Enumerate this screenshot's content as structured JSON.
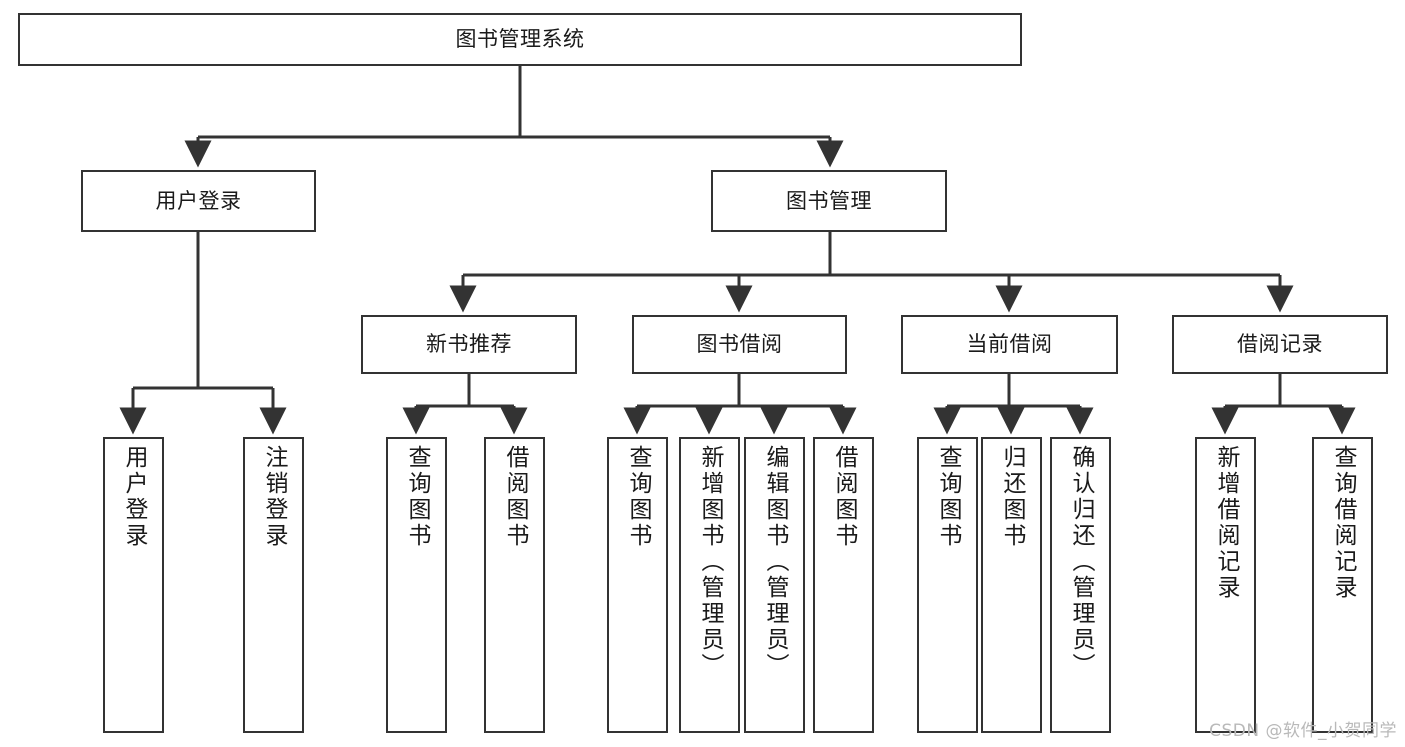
{
  "diagram": {
    "type": "tree",
    "orientation": "top-down",
    "root": {
      "id": "root",
      "label": "图书管理系统"
    },
    "colors": {
      "stroke": "#333333",
      "fill": "#ffffff",
      "text": "#1a1a1a",
      "watermark": "#b9b9b9"
    },
    "level2": [
      {
        "id": "user-login",
        "label": "用户登录"
      },
      {
        "id": "book-manage",
        "label": "图书管理"
      }
    ],
    "level3": [
      {
        "id": "new-book-rec",
        "label": "新书推荐"
      },
      {
        "id": "book-borrow",
        "label": "图书借阅"
      },
      {
        "id": "current-borrow",
        "label": "当前借阅"
      },
      {
        "id": "borrow-record",
        "label": "借阅记录"
      }
    ],
    "leaves": [
      {
        "id": "leaf-user-login",
        "label": "用户登录",
        "parent": "user-login"
      },
      {
        "id": "leaf-user-logout",
        "label": "注销登录",
        "parent": "user-login"
      },
      {
        "id": "leaf-query-book-1",
        "label": "查询图书",
        "parent": "new-book-rec"
      },
      {
        "id": "leaf-borrow-book-1",
        "label": "借阅图书",
        "parent": "new-book-rec"
      },
      {
        "id": "leaf-query-book-2",
        "label": "查询图书",
        "parent": "book-borrow"
      },
      {
        "id": "leaf-add-book",
        "label": "新增图书（管理员）",
        "parent": "book-borrow"
      },
      {
        "id": "leaf-edit-book",
        "label": "编辑图书（管理员）",
        "parent": "book-borrow"
      },
      {
        "id": "leaf-borrow-book-2",
        "label": "借阅图书",
        "parent": "book-borrow"
      },
      {
        "id": "leaf-query-book-3",
        "label": "查询图书",
        "parent": "current-borrow"
      },
      {
        "id": "leaf-return-book",
        "label": "归还图书",
        "parent": "current-borrow"
      },
      {
        "id": "leaf-confirm-return",
        "label": "确认归还（管理员）",
        "parent": "current-borrow"
      },
      {
        "id": "leaf-add-record",
        "label": "新增借阅记录",
        "parent": "borrow-record"
      },
      {
        "id": "leaf-query-record",
        "label": "查询借阅记录",
        "parent": "borrow-record"
      }
    ]
  },
  "watermark": {
    "text": "CSDN @软件_小贺同学"
  }
}
